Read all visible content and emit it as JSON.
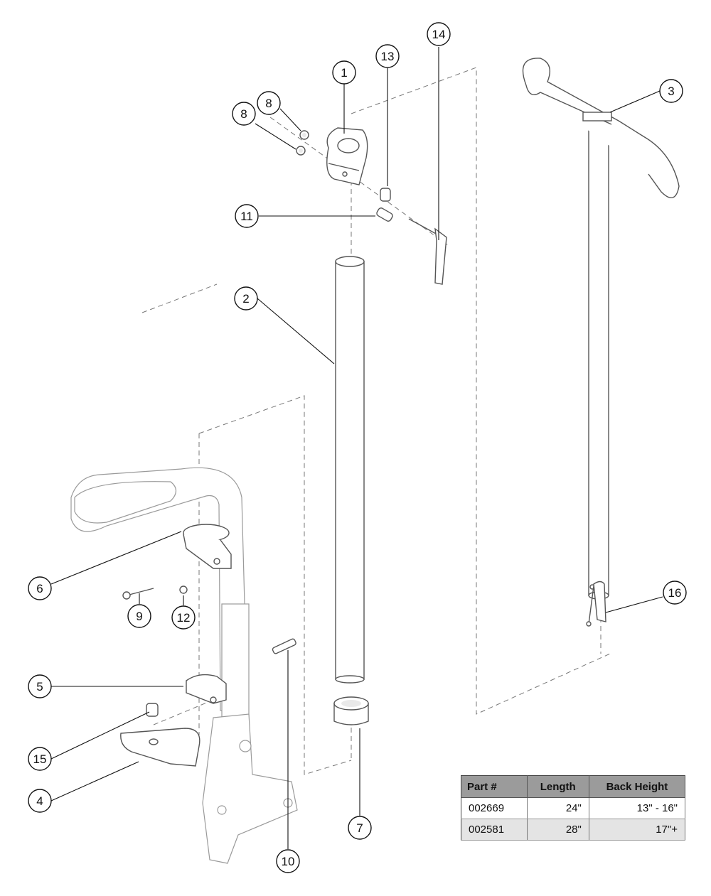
{
  "callouts": [
    {
      "id": "c1",
      "label": "1"
    },
    {
      "id": "c2",
      "label": "2"
    },
    {
      "id": "c3",
      "label": "3"
    },
    {
      "id": "c4",
      "label": "4"
    },
    {
      "id": "c5",
      "label": "5"
    },
    {
      "id": "c6",
      "label": "6"
    },
    {
      "id": "c7",
      "label": "7"
    },
    {
      "id": "c8a",
      "label": "8"
    },
    {
      "id": "c8b",
      "label": "8"
    },
    {
      "id": "c9",
      "label": "9"
    },
    {
      "id": "c10",
      "label": "10"
    },
    {
      "id": "c11",
      "label": "11"
    },
    {
      "id": "c12",
      "label": "12"
    },
    {
      "id": "c13",
      "label": "13"
    },
    {
      "id": "c14",
      "label": "14"
    },
    {
      "id": "c15",
      "label": "15"
    },
    {
      "id": "c16",
      "label": "16"
    }
  ],
  "table": {
    "headers": [
      "Part #",
      "Length",
      "Back Height"
    ],
    "rows": [
      [
        "002669",
        "24\"",
        "13\" - 16\""
      ],
      [
        "002581",
        "28\"",
        "17\"+"
      ]
    ]
  },
  "colors": {
    "line": "#111111",
    "part_stroke": "#555555",
    "header_bg": "#9b9b9b",
    "alt_row_bg": "#e4e4e4"
  }
}
